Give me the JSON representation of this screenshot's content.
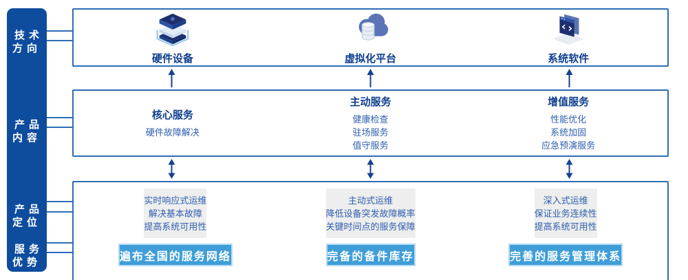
{
  "sidebar": {
    "items": [
      {
        "label": "技术\n方向"
      },
      {
        "label": "产品\n内容"
      },
      {
        "label": "产品\n定位"
      },
      {
        "label": "服务\n优势"
      }
    ]
  },
  "tech_row": {
    "items": [
      {
        "icon": "server-stack-icon",
        "label": "硬件设备"
      },
      {
        "icon": "cloud-database-icon",
        "label": "虚拟化平台"
      },
      {
        "icon": "software-window-icon",
        "label": "系统软件"
      }
    ]
  },
  "content_row": {
    "columns": [
      {
        "heading": "核心服务",
        "items": "硬件故障解决"
      },
      {
        "heading": "主动服务",
        "items": "健康检查\n驻场服务\n值守服务"
      },
      {
        "heading": "增值服务",
        "items": "性能优化\n系统加固\n应急预演服务"
      }
    ]
  },
  "position_row": {
    "columns": [
      {
        "description": "实时响应式运维\n解决基本故障\n提高系统可用性",
        "advantage": "遍布全国的服务网络"
      },
      {
        "description": "主动式运维\n降低设备突发故障概率\n关键时间点的服务保障",
        "advantage": "完备的备件库存"
      },
      {
        "description": "深入式运维\n保证业务连续性\n提高系统可用性",
        "advantage": "完善的服务管理体系"
      }
    ]
  },
  "colors": {
    "sidebar_blue": "#0e4c9e",
    "border_blue": "#2e6cb5",
    "heading_navy": "#0c3d8d",
    "body_blue": "#2f5fae",
    "arrow_navy": "#16418e",
    "panel_gray": "#eeeeee",
    "bar_blue": "#3f9ed8",
    "bar_border": "#b5daf1"
  }
}
